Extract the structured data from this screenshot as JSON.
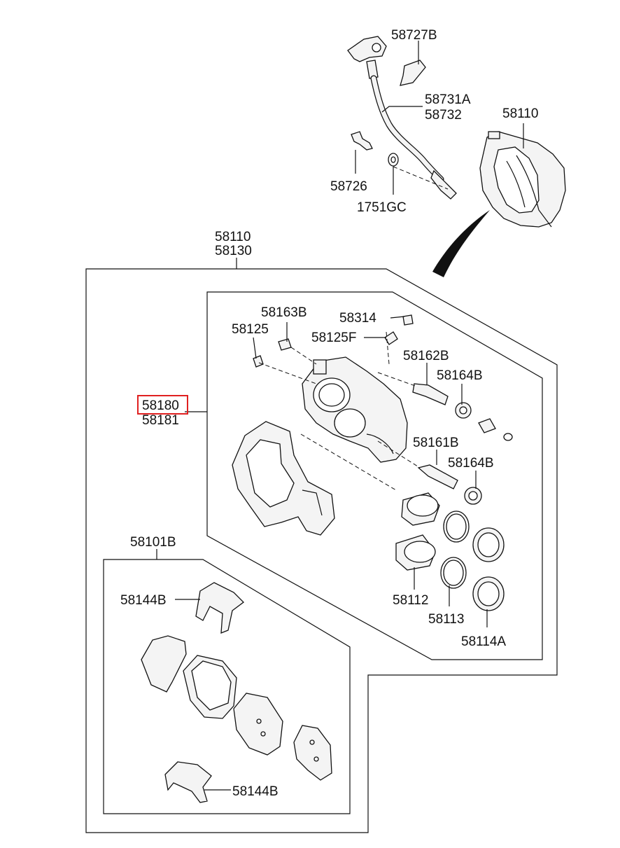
{
  "labels": {
    "p58727B": "58727B",
    "p58731A": "58731A",
    "p58732": "58732",
    "p58110_top": "58110",
    "p58726": "58726",
    "p1751GC": "1751GC",
    "p58110": "58110",
    "p58130": "58130",
    "p58163B": "58163B",
    "p58314": "58314",
    "p58125": "58125",
    "p58125F": "58125F",
    "p58162B": "58162B",
    "p58164B_1": "58164B",
    "p58180": "58180",
    "p58181": "58181",
    "p58161B": "58161B",
    "p58164B_2": "58164B",
    "p58101B": "58101B",
    "p58144B_1": "58144B",
    "p58112": "58112",
    "p58113": "58113",
    "p58114A": "58114A",
    "p58144B_2": "58144B"
  },
  "highlight": {
    "part": "58180",
    "color": "#e02020"
  }
}
